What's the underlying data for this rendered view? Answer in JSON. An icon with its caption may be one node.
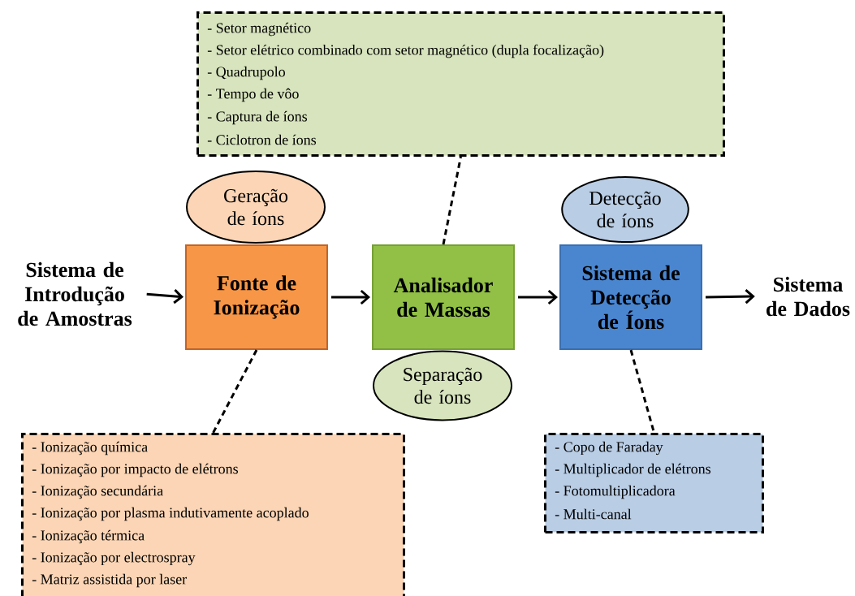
{
  "diagram": {
    "nodes": [
      {
        "text": [
          "- Setor magnético",
          "- Setor elétrico combinado com setor magnético (dupla focalização)",
          "- Quadrupolo",
          "- Tempo de vôo",
          "- Captura de íons",
          "- Ciclotron de íons"
        ]
      },
      {
        "text": [
          "Geração de íons"
        ]
      },
      {
        "text": [
          "Detecção de íons"
        ]
      },
      {
        "text": [
          "Sistema de Introdução de Amostras"
        ]
      },
      {
        "text": [
          "Fonte de Ionização"
        ]
      },
      {
        "text": [
          "Analisador de Massas"
        ]
      },
      {
        "text": [
          "Sistema de Detecção de Íons"
        ]
      },
      {
        "text": [
          "Sistema de Dados"
        ]
      },
      {
        "text": [
          "Separação de íons"
        ]
      },
      {
        "text": [
          "- Ionização química",
          "- Ionização por impacto de elétrons",
          "- Ionização secundária",
          "- Ionização por plasma indutivamente acoplado",
          "- Ionização térmica",
          "- Ionização por electrospray",
          "- Matriz assistida por laser"
        ]
      },
      {
        "text": [
          "- Copo de Faraday",
          "- Multiplicador de elétrons",
          "- Fotomultiplicadora",
          "- Multi-canal"
        ]
      }
    ],
    "edges": [
      {
        "from": 3,
        "to": 4,
        "arrow": "to"
      },
      {
        "from": 4,
        "to": 5,
        "arrow": "to"
      },
      {
        "from": 5,
        "to": 6,
        "arrow": "to"
      },
      {
        "from": 6,
        "to": 7,
        "arrow": "to"
      },
      {
        "from": 5,
        "to": 0,
        "arrow": "none",
        "style": "dashed"
      },
      {
        "from": 4,
        "to": 9,
        "arrow": "none",
        "style": "dashed"
      },
      {
        "from": 6,
        "to": 10,
        "arrow": "none",
        "style": "dashed"
      }
    ]
  }
}
